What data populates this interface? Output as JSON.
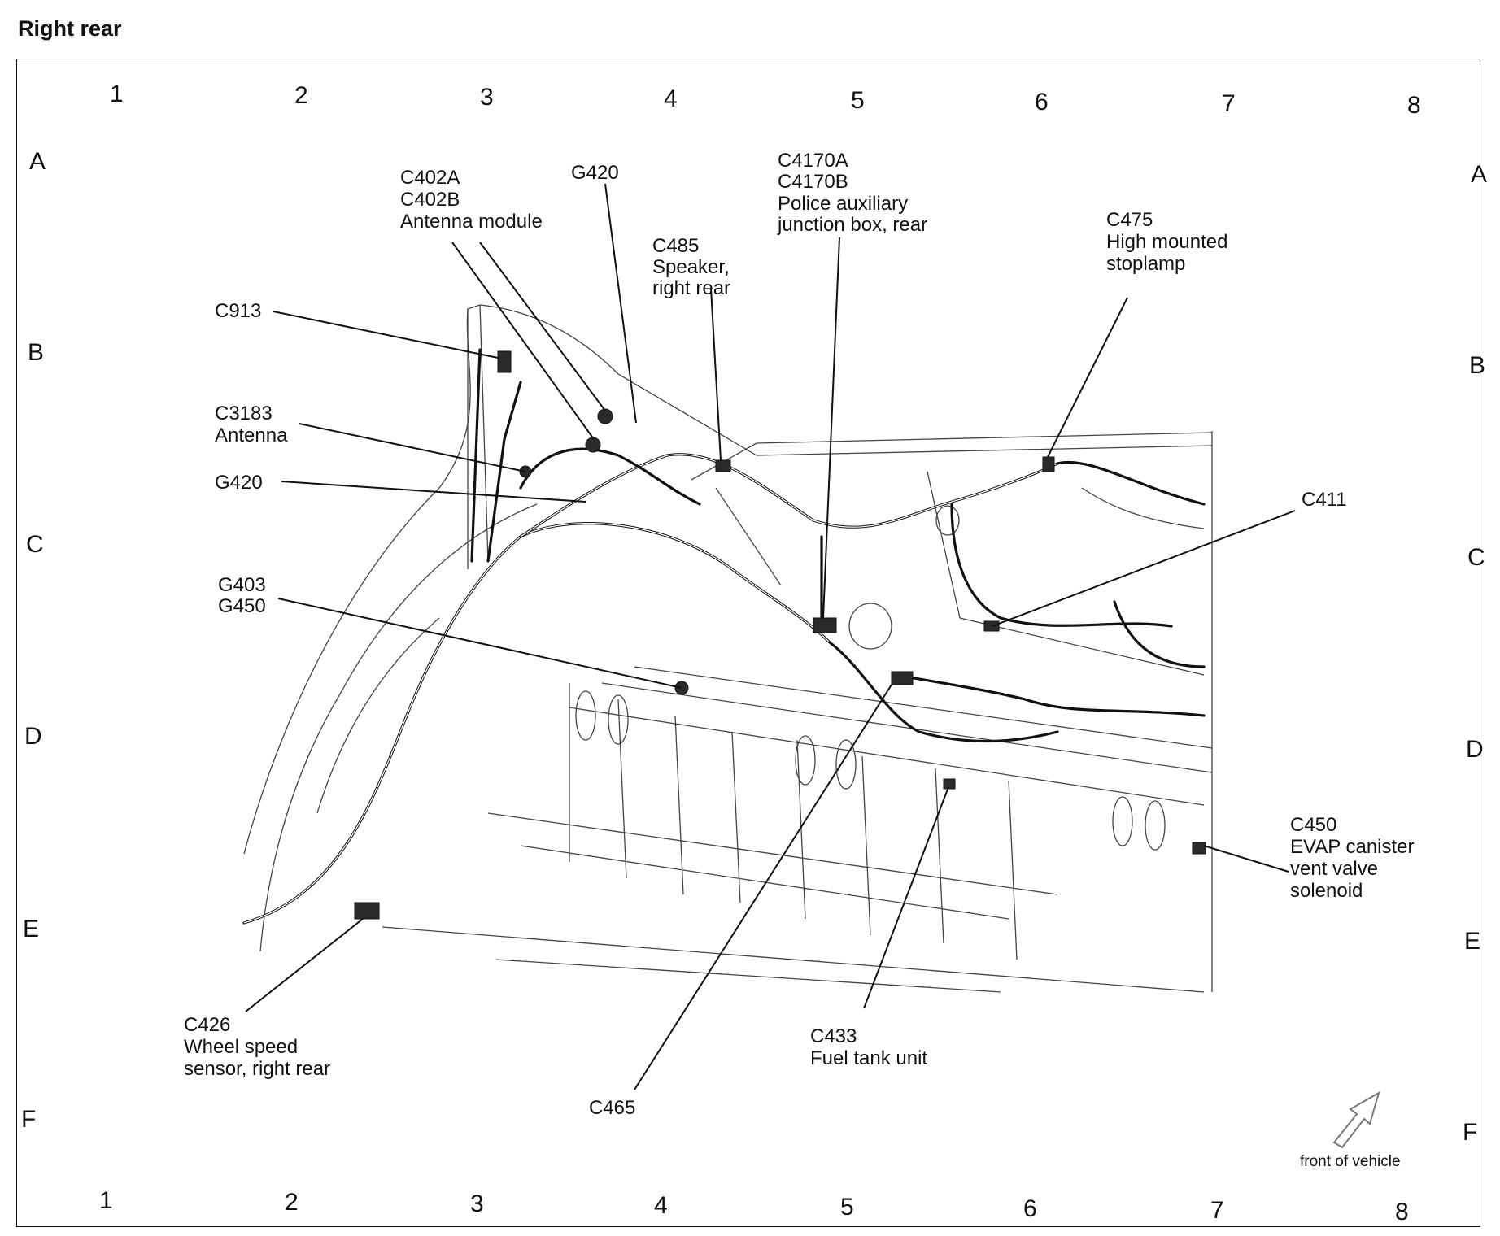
{
  "title": "Right rear",
  "grid": {
    "columns": [
      "1",
      "2",
      "3",
      "4",
      "5",
      "6",
      "7",
      "8"
    ],
    "rows": [
      "A",
      "B",
      "C",
      "D",
      "E",
      "F"
    ]
  },
  "callouts": [
    {
      "id": "c913",
      "lines": [
        "C913"
      ]
    },
    {
      "id": "c402",
      "lines": [
        "C402A",
        "C402B",
        "Antenna module"
      ]
    },
    {
      "id": "g420-top",
      "lines": [
        "G420"
      ]
    },
    {
      "id": "c485",
      "lines": [
        "C485",
        "Speaker,",
        "right rear"
      ]
    },
    {
      "id": "c4170",
      "lines": [
        "C4170A",
        "C4170B",
        "Police auxiliary",
        "junction box, rear"
      ]
    },
    {
      "id": "c475",
      "lines": [
        "C475",
        "High mounted",
        "stoplamp"
      ]
    },
    {
      "id": "c3183",
      "lines": [
        "C3183",
        "Antenna"
      ]
    },
    {
      "id": "g420-mid",
      "lines": [
        "G420"
      ]
    },
    {
      "id": "c411",
      "lines": [
        "C411"
      ]
    },
    {
      "id": "g403",
      "lines": [
        "G403",
        "G450"
      ]
    },
    {
      "id": "c450",
      "lines": [
        "C450",
        "EVAP canister",
        "vent valve",
        "solenoid"
      ]
    },
    {
      "id": "c426",
      "lines": [
        "C426",
        "Wheel speed",
        "sensor, right rear"
      ]
    },
    {
      "id": "c433",
      "lines": [
        "C433",
        "Fuel tank unit"
      ]
    },
    {
      "id": "c465",
      "lines": [
        "C465"
      ]
    }
  ],
  "front_note": "front of vehicle",
  "icons": {
    "arrow": "front-arrow-icon"
  }
}
